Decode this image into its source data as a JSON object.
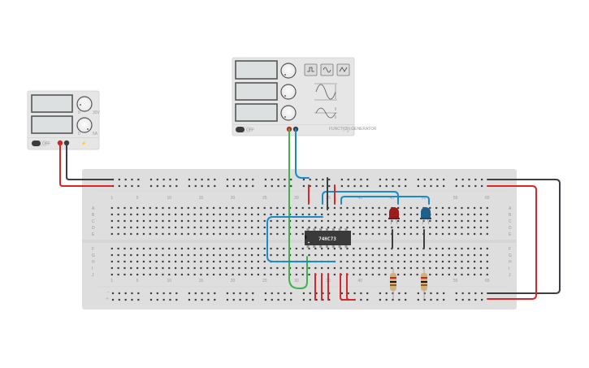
{
  "app": "Circuit simulator canvas",
  "power_supply": {
    "name": "dc-power-supply",
    "power_switch_label": "OFF",
    "knobs": [
      {
        "name": "voltage",
        "min_label": "0",
        "max_label": "30V"
      },
      {
        "name": "current",
        "min_label": "0",
        "max_label": "5A"
      }
    ],
    "terminals": [
      "positive",
      "negative"
    ]
  },
  "function_generator": {
    "name": "function-generator",
    "power_switch_label": "OFF",
    "waveform_buttons": [
      "square",
      "sine",
      "triangle"
    ],
    "knobs": [
      "frequency",
      "amplitude",
      "dc-offset"
    ],
    "brand_label": "FUNCTION GENERATOR",
    "terminals": [
      "positive",
      "negative"
    ]
  },
  "breadboard": {
    "column_labels": [
      "1",
      "5",
      "10",
      "15",
      "20",
      "25",
      "30",
      "35",
      "40",
      "45",
      "50",
      "55",
      "60"
    ],
    "row_labels_top": [
      "A",
      "B",
      "C",
      "D",
      "E"
    ],
    "row_labels_bottom": [
      "F",
      "G",
      "H",
      "I",
      "J"
    ],
    "rail_labels": {
      "minus": "−",
      "plus": "+"
    }
  },
  "components": {
    "ic": {
      "label": "74HC73"
    },
    "leds": [
      {
        "name": "red-led",
        "color": "#9b1c1c"
      },
      {
        "name": "blue-led",
        "color": "#1f5f8b"
      }
    ],
    "resistors": [
      {
        "name": "resistor-1",
        "bands": [
          "#c0282a",
          "#111111",
          "#8a5a2b"
        ]
      },
      {
        "name": "resistor-2",
        "bands": [
          "#c0282a",
          "#111111",
          "#8a5a2b"
        ]
      }
    ]
  },
  "colors": {
    "wire_red": "#d9262b",
    "wire_black": "#3b3e43",
    "wire_blue": "#1a8ac8",
    "wire_green": "#3fb34a",
    "board": "#dedede",
    "device_body": "#e4e4e4",
    "lcd": "#dcdfe0"
  }
}
